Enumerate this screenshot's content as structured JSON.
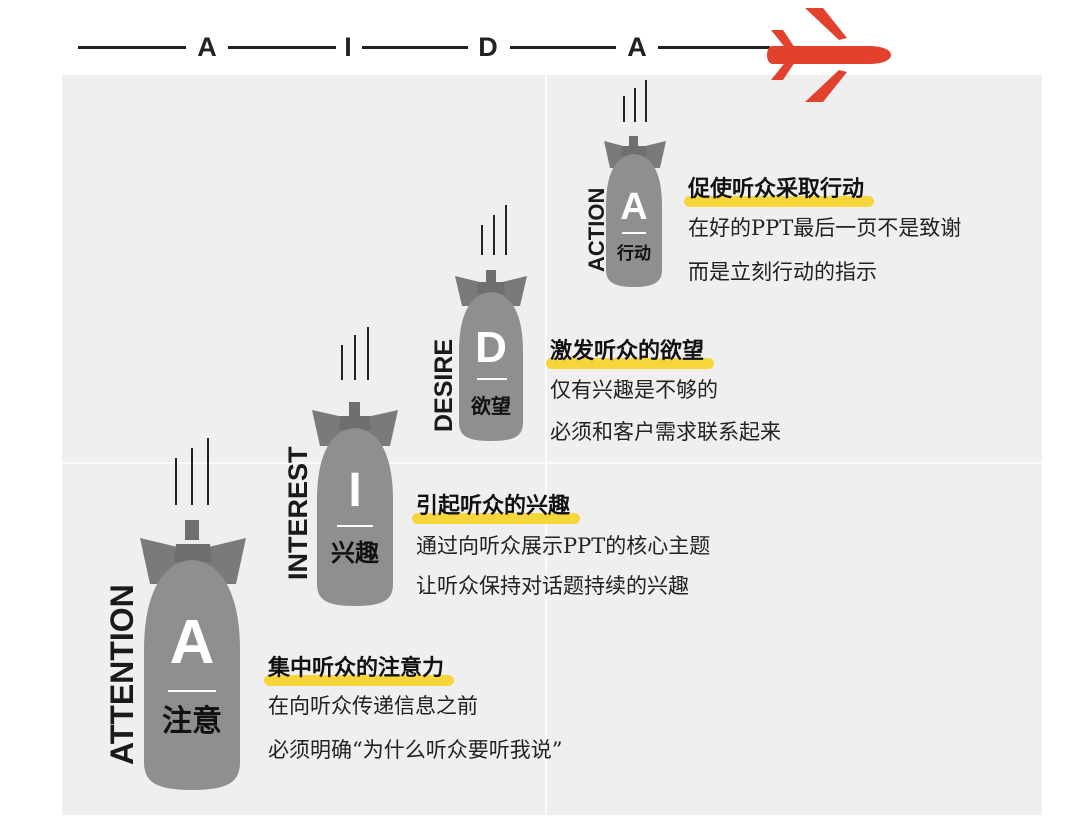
{
  "timeline": {
    "letters": [
      "A",
      "I",
      "D",
      "A"
    ]
  },
  "colors": {
    "plane": "#e2412e",
    "highlight": "#f6d63a",
    "bomb": "#8f8f8f",
    "panel": "#efefef"
  },
  "icons": {
    "plane": "airplane-icon",
    "bomb": "bomb-icon"
  },
  "stages": [
    {
      "key": "attention",
      "label": "ATTENTION",
      "letter": "A",
      "chinese": "注意",
      "heading": "集中听众的注意力",
      "lines": [
        "在向听众传递信息之前",
        "必须明确“为什么听众要听我说”"
      ]
    },
    {
      "key": "interest",
      "label": "INTEREST",
      "letter": "I",
      "chinese": "兴趣",
      "heading": "引起听众的兴趣",
      "lines": [
        "通过向听众展示PPT的核心主题",
        "让听众保持对话题持续的兴趣"
      ]
    },
    {
      "key": "desire",
      "label": "DESIRE",
      "letter": "D",
      "chinese": "欲望",
      "heading": "激发听众的欲望",
      "lines": [
        "仅有兴趣是不够的",
        "必须和客户需求联系起来"
      ]
    },
    {
      "key": "action",
      "label": "ACTION",
      "letter": "A",
      "chinese": "行动",
      "heading": "促使听众采取行动",
      "lines": [
        "在好的PPT最后一页不是致谢",
        "而是立刻行动的指示"
      ]
    }
  ]
}
